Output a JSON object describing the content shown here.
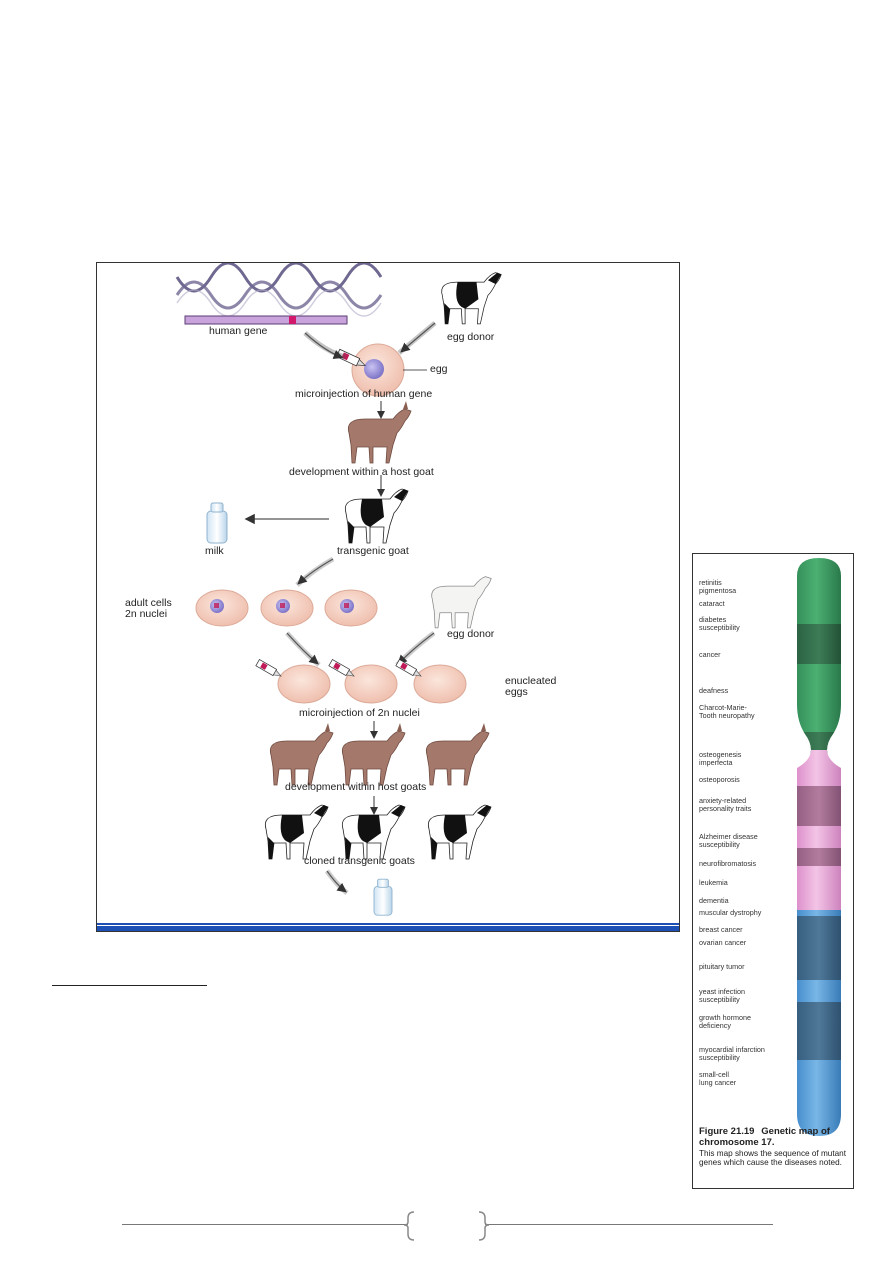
{
  "diagram": {
    "labels": {
      "human_gene": "human gene",
      "egg_donor_1": "egg donor",
      "egg": "egg",
      "microinjection_human_gene": "microinjection of human gene",
      "development_host_goat": "development within a host goat",
      "milk": "milk",
      "transgenic_goat": "transgenic goat",
      "adult_cells": "adult cells\n2n nuclei",
      "egg_donor_2": "egg donor",
      "enucleated_eggs": "enucleated\neggs",
      "microinjection_2n": "microinjection of 2n nuclei",
      "development_host_goats": "development within host goats",
      "cloned_transgenic_goats": "cloned transgenic goats"
    }
  },
  "chromosome_map": {
    "genes": [
      "retinitis\npigmentosa",
      "cataract",
      "diabetes\nsusceptibility",
      "cancer",
      "deafness",
      "Charcot-Marie-\nTooth neuropathy",
      "osteogenesis\nimperfecta",
      "osteoporosis",
      "anxiety-related\npersonality traits",
      "Alzheimer disease\nsusceptibility",
      "neurofibromatosis",
      "leukemia",
      "dementia",
      "muscular dystrophy",
      "breast cancer",
      "ovarian cancer",
      "pituitary tumor",
      "yeast infection\nsusceptibility",
      "growth hormone\ndeficiency",
      "myocardial infarction\nsusceptibility",
      "small-cell\nlung cancer"
    ],
    "caption_number": "Figure 21.19",
    "caption_title": "Genetic map of chromosome 17.",
    "caption_text": "This map shows the sequence of mutant genes which cause the diseases noted."
  }
}
